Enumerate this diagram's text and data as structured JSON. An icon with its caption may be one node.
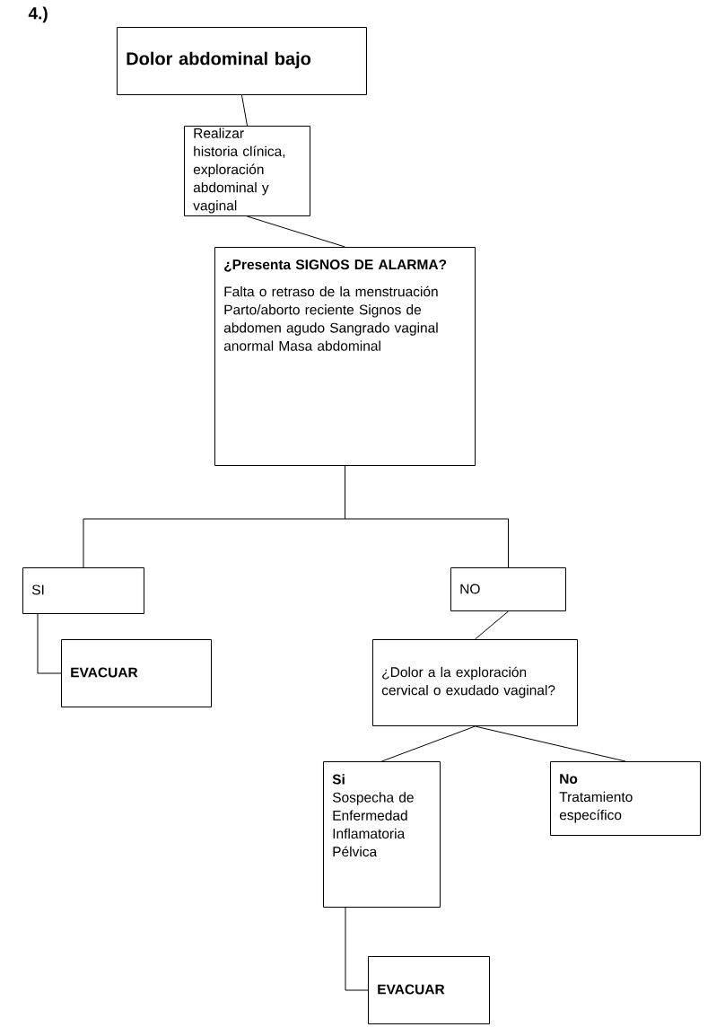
{
  "diagram": {
    "nodes": [
      {
        "text": [
          "Dolor abdominal bajo"
        ]
      },
      {
        "text": [
          "Realizar historia clínica, exploración abdominal y vaginal"
        ]
      },
      {
        "text": [
          "¿Presenta SIGNOS DE ALARMA?",
          "Falta o retraso de la menstruación Parto/aborto reciente Signos de abdomen agudo Sangrado vaginal anormal Masa abdominal"
        ]
      },
      {
        "text": [
          "SI"
        ]
      },
      {
        "text": [
          "EVACUAR"
        ]
      },
      {
        "text": [
          "NO"
        ]
      },
      {
        "text": [
          "¿Dolor a la exploración cervical o exudado vaginal?"
        ]
      },
      {
        "text": [
          "Si",
          "Sospecha de Enfermedad Inflamatoria Pélvica"
        ]
      },
      {
        "text": [
          "No",
          "Tratamiento específico"
        ]
      },
      {
        "text": [
          "EVACUAR"
        ]
      }
    ],
    "edges": [
      {
        "from": 0,
        "to": 1,
        "arrow": "none"
      },
      {
        "from": 1,
        "to": 2,
        "arrow": "none"
      },
      {
        "from": 2,
        "to": 3,
        "arrow": "none"
      },
      {
        "from": 2,
        "to": 5,
        "arrow": "none"
      },
      {
        "from": 3,
        "to": 4,
        "arrow": "none"
      },
      {
        "from": 5,
        "to": 6,
        "arrow": "none"
      },
      {
        "from": 6,
        "to": 7,
        "arrow": "none"
      },
      {
        "from": 6,
        "to": 8,
        "arrow": "none"
      },
      {
        "from": 7,
        "to": 9,
        "arrow": "none"
      }
    ],
    "labels": [
      "4.)"
    ]
  }
}
